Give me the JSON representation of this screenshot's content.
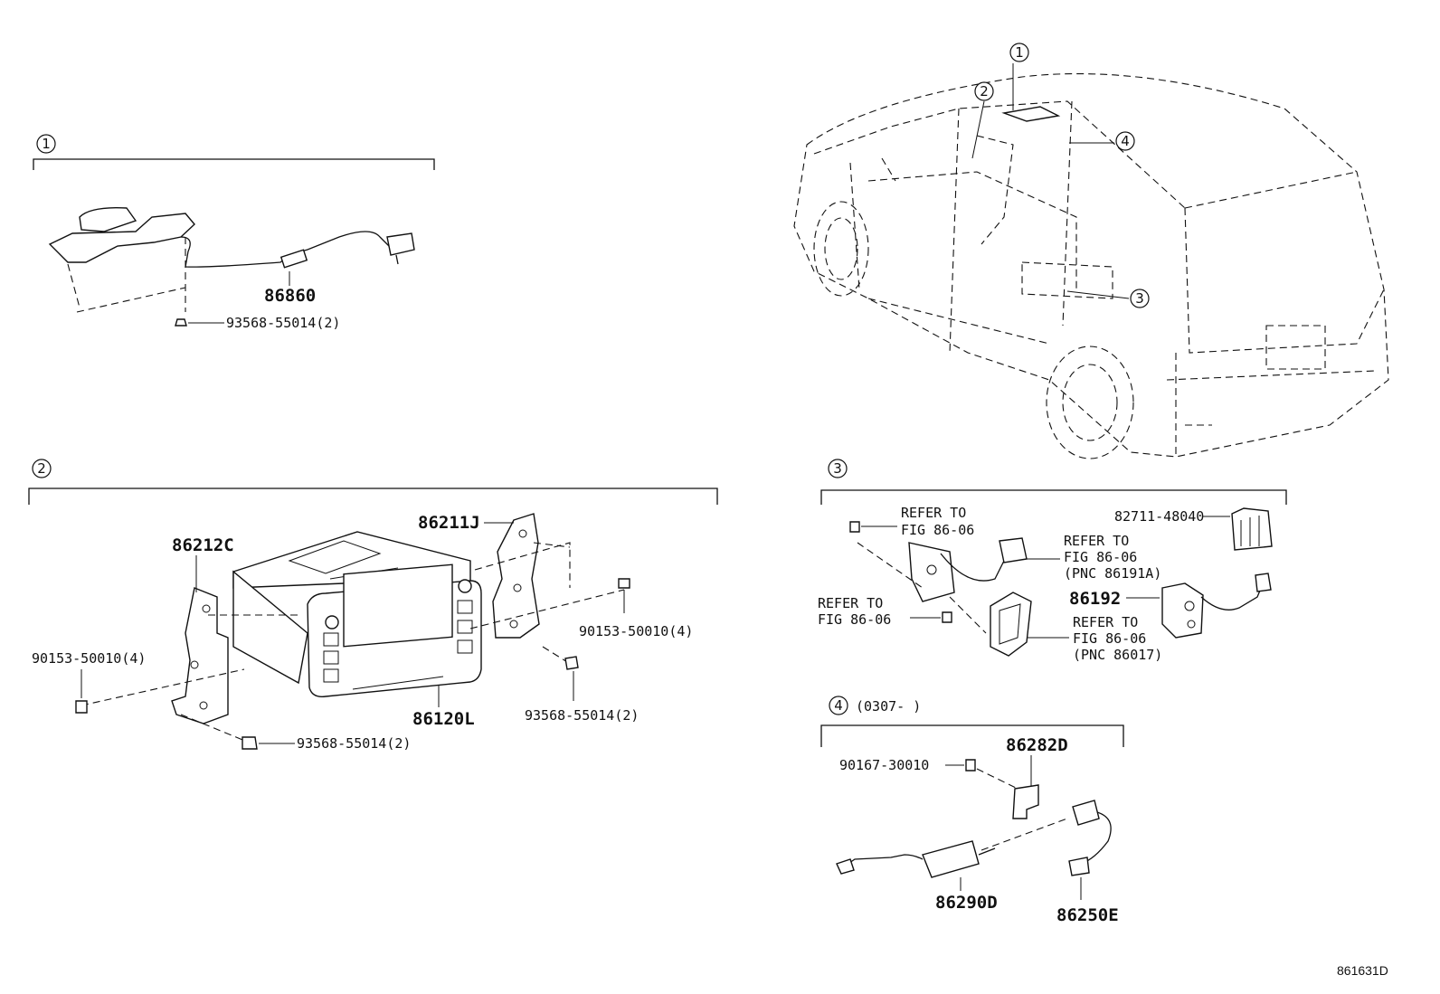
{
  "callouts": [
    "1",
    "2",
    "3",
    "4"
  ],
  "section1": {
    "number": "1",
    "part_main": "86860",
    "part_bolt": "93568-55014(2)"
  },
  "section2": {
    "number": "2",
    "bracket_left": "86212C",
    "bracket_right": "86211J",
    "unit": "86120L",
    "bolt_left": "90153-50010(4)",
    "bolt_right": "90153-50010(4)",
    "screw_right": "93568-55014(2)",
    "screw_bottom": "93568-55014(2)"
  },
  "section3": {
    "number": "3",
    "refer_1_line1": "REFER TO",
    "refer_1_line2": "FIG 86-06",
    "refer_2_line1": "REFER TO",
    "refer_2_line2": "FIG 86-06",
    "refer_2_line3": "(PNC 86191A)",
    "refer_3_line1": "REFER TO",
    "refer_3_line2": "FIG 86-06",
    "refer_4_line1": "REFER TO",
    "refer_4_line2": "FIG 86-06",
    "refer_4_line3": "(PNC 86017)",
    "clip_part": "82711-48040",
    "part_86192": "86192"
  },
  "section4": {
    "number": "4",
    "date_range": "(0307-     )",
    "screw": "90167-30010",
    "bracket": "86282D",
    "module": "86290D",
    "connector": "86250E"
  },
  "figure_id": "861631D"
}
